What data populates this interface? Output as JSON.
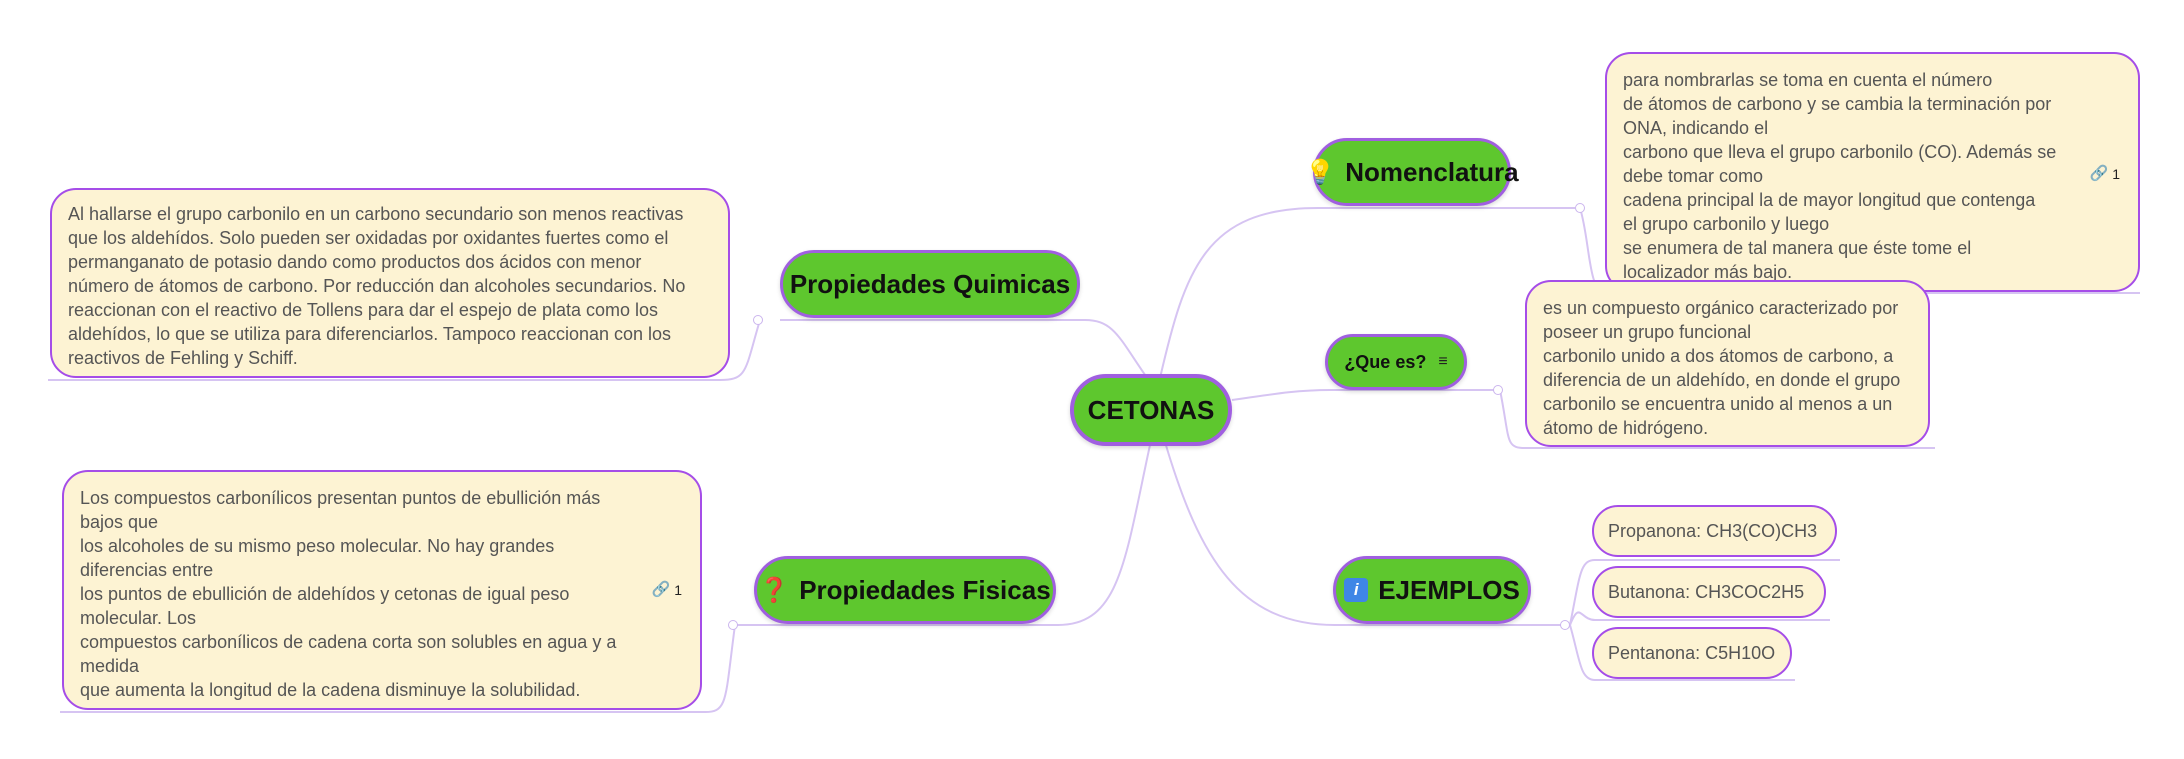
{
  "root": {
    "label": "CETONAS"
  },
  "branches": {
    "nomenclatura": {
      "label": "Nomenclatura",
      "icon": "lightbulb-icon",
      "note": {
        "lines": [
          "para nombrarlas se toma en cuenta el número",
          "de átomos de carbono y se cambia la terminación por",
          "ONA, indicando el",
          "carbono que lleva el grupo carbonilo (CO). Además se",
          "debe tomar como",
          "cadena principal la de mayor longitud que contenga",
          "el grupo carbonilo y luego",
          "se enumera de tal manera que éste tome el",
          "localizador más bajo."
        ],
        "attachment_count": "1"
      }
    },
    "que_es": {
      "label": "¿Que es?",
      "icon": "notes-icon",
      "note": {
        "lines": [
          "es un compuesto orgánico caracterizado por",
          "poseer un grupo funcional",
          "carbonilo unido a dos átomos de carbono, a",
          "diferencia de un aldehído, en donde el grupo",
          "carbonilo se encuentra unido al menos a un",
          "átomo de hidrógeno."
        ]
      }
    },
    "ejemplos": {
      "label": "EJEMPLOS",
      "icon": "info-icon",
      "items": [
        "Propanona: CH3(CO)CH3",
        "Butanona: CH3COC2H5",
        "Pentanona: C5H10O"
      ]
    },
    "quimicas": {
      "label": "Propiedades Quimicas",
      "note": {
        "lines": [
          "Al hallarse el grupo carbonilo en un carbono secundario son menos reactivas",
          "que los aldehídos. Solo pueden ser oxidadas por oxidantes fuertes como el",
          "permanganato de potasio dando como productos dos ácidos con menor",
          "número de átomos de carbono. Por reducción dan alcoholes secundarios. No",
          "reaccionan con el reactivo de Tollens para dar el espejo de plata como los",
          "aldehídos, lo que se utiliza para diferenciarlos. Tampoco reaccionan con los",
          "reactivos de Fehling y Schiff."
        ]
      }
    },
    "fisicas": {
      "label": "Propiedades Fisicas",
      "icon": "question-icon",
      "note": {
        "lines": [
          "Los compuestos carbonílicos presentan puntos de ebullición más",
          "bajos que",
          "los alcoholes de su mismo peso molecular. No hay grandes",
          "diferencias entre",
          "los puntos de ebullición de aldehídos y cetonas de igual peso",
          "molecular. Los",
          "compuestos carbonílicos de cadena corta son solubles en agua y a",
          "medida",
          "que aumenta la longitud de la cadena disminuye la solubilidad."
        ],
        "attachment_count": "1"
      }
    }
  },
  "colors": {
    "topic_fill": "#5ec72e",
    "topic_border": "#a05fe0",
    "note_fill": "#fdf3d3",
    "note_border": "#a54de8",
    "connector": "#d8c6f3"
  }
}
